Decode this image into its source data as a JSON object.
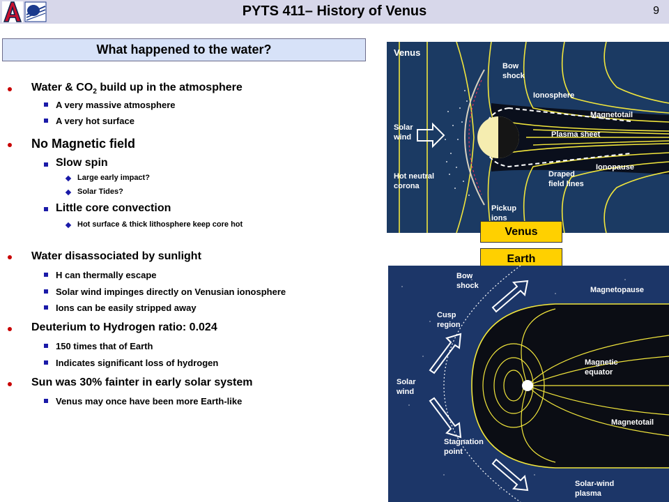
{
  "header": {
    "title": "PYTS 411– History of Venus",
    "page_number": "9"
  },
  "question_box": "What happened to the water?",
  "bullets": [
    {
      "text_a": "Water & CO",
      "sub": "2",
      "text_b": " build up in the atmosphere"
    },
    {
      "text": "A very massive atmosphere"
    },
    {
      "text": "A very hot surface"
    },
    {
      "text": "No Magnetic field"
    },
    {
      "text": "Slow spin"
    },
    {
      "text": "Large early impact?"
    },
    {
      "text": "Solar Tides?"
    },
    {
      "text": "Little core convection"
    },
    {
      "text": "Hot surface & thick lithosphere keep core hot"
    },
    {
      "text": "Water disassociated by sunlight"
    },
    {
      "text": "H can thermally escape"
    },
    {
      "text": "Solar wind impinges directly on Venusian ionosphere"
    },
    {
      "text": "Ions can be easily stripped away"
    },
    {
      "text": "Deuterium to Hydrogen ratio: 0.024"
    },
    {
      "text": "150 times that of Earth"
    },
    {
      "text": "Indicates significant loss of hydrogen"
    },
    {
      "text": "Sun was 30% fainter in early solar system"
    },
    {
      "text": "Venus may once have been more Earth-like"
    }
  ],
  "tags": {
    "venus": "Venus",
    "earth": "Earth"
  },
  "venus_figure": {
    "title": "Venus",
    "labels": {
      "bow_shock_1": "Bow",
      "bow_shock_2": "shock",
      "ionosphere": "Ionosphere",
      "magnetotail": "Magnetotail",
      "plasma_sheet": "Plasma sheet",
      "solar_wind_1": "Solar",
      "solar_wind_2": "wind",
      "ionopause": "Ionopause",
      "draped_1": "Draped",
      "draped_2": "field lines",
      "hot_neutral_1": "Hot neutral",
      "hot_neutral_2": "corona",
      "pickup_1": "Pickup",
      "pickup_2": "ions"
    }
  },
  "earth_figure": {
    "labels": {
      "bow_shock_1": "Bow",
      "bow_shock_2": "shock",
      "magnetopause": "Magnetopause",
      "cusp_1": "Cusp",
      "cusp_2": "region",
      "magnetic_equator_1": "Magnetic",
      "magnetic_equator_2": "equator",
      "solar_wind_1": "Solar",
      "solar_wind_2": "wind",
      "magnetotail": "Magnetotail",
      "stagnation_1": "Stagnation",
      "stagnation_2": "point",
      "solarwind_plasma_1": "Solar-wind",
      "solarwind_plasma_2": "plasma"
    }
  }
}
